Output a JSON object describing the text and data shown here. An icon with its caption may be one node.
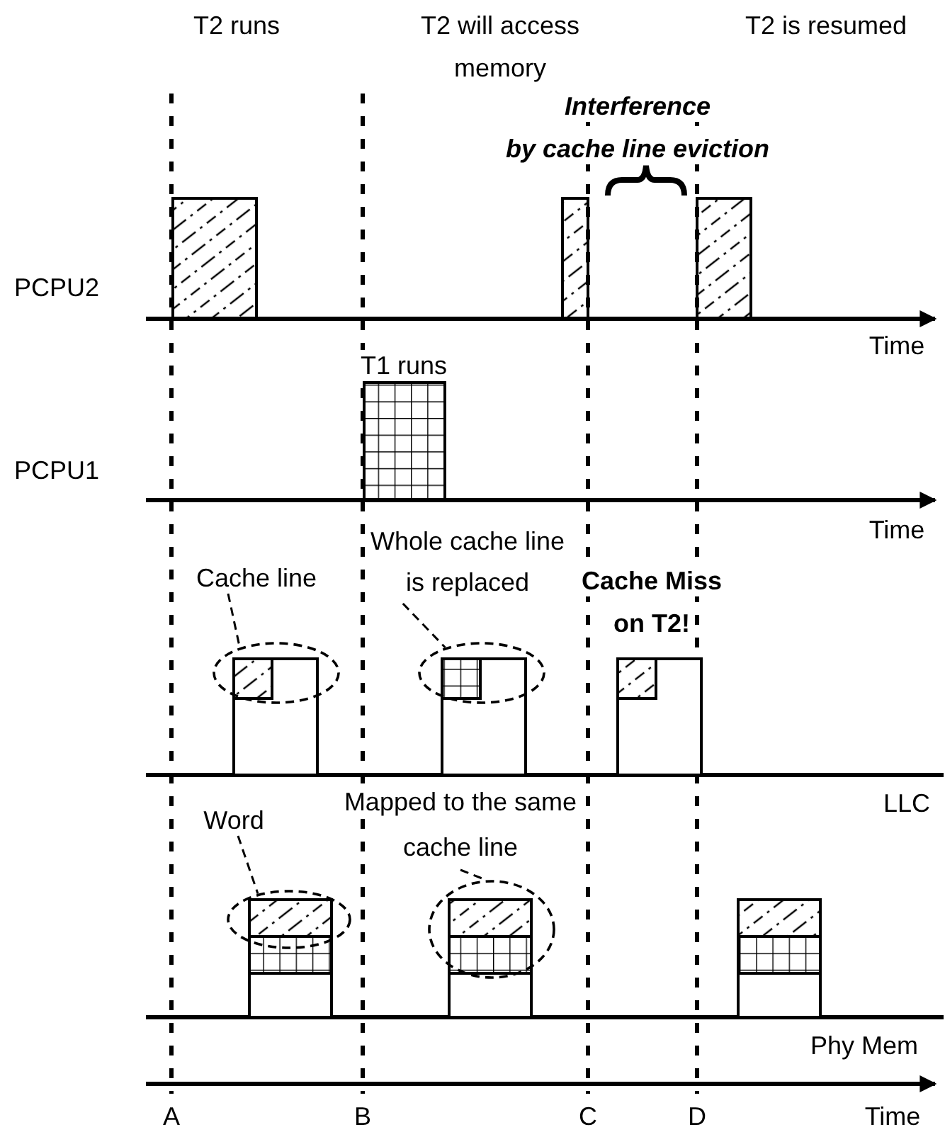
{
  "diagram": {
    "nodes": [
      {
        "text": [
          "Cache line"
        ]
      },
      {
        "text": [],
        "shape": "ellipse"
      },
      {
        "text": [
          "Whole cache line is replaced"
        ]
      },
      {
        "text": [],
        "shape": "ellipse"
      },
      {
        "text": [
          "Word"
        ]
      },
      {
        "text": [],
        "shape": "ellipse"
      },
      {
        "text": [
          "Mapped to the same cache line"
        ]
      },
      {
        "text": [],
        "shape": "ellipse"
      }
    ],
    "edges": [
      {
        "from": 0,
        "to": 1,
        "arrow": "none",
        "style": "dashed"
      },
      {
        "from": 2,
        "to": 3,
        "arrow": "none",
        "style": "dashed"
      },
      {
        "from": 4,
        "to": 5,
        "arrow": "none",
        "style": "dashed"
      },
      {
        "from": 6,
        "to": 7,
        "arrow": "none",
        "style": "dashed"
      }
    ],
    "labels": [
      "T2 runs",
      "T2 will access memory",
      "T2 is resumed",
      "Interference by cache line eviction",
      "PCPU2",
      "Time",
      "T1 runs",
      "PCPU1",
      "Time",
      "Cache Miss on T2!",
      "LLC",
      "Phy Mem",
      "A",
      "B",
      "C",
      "D",
      "Time"
    ]
  }
}
